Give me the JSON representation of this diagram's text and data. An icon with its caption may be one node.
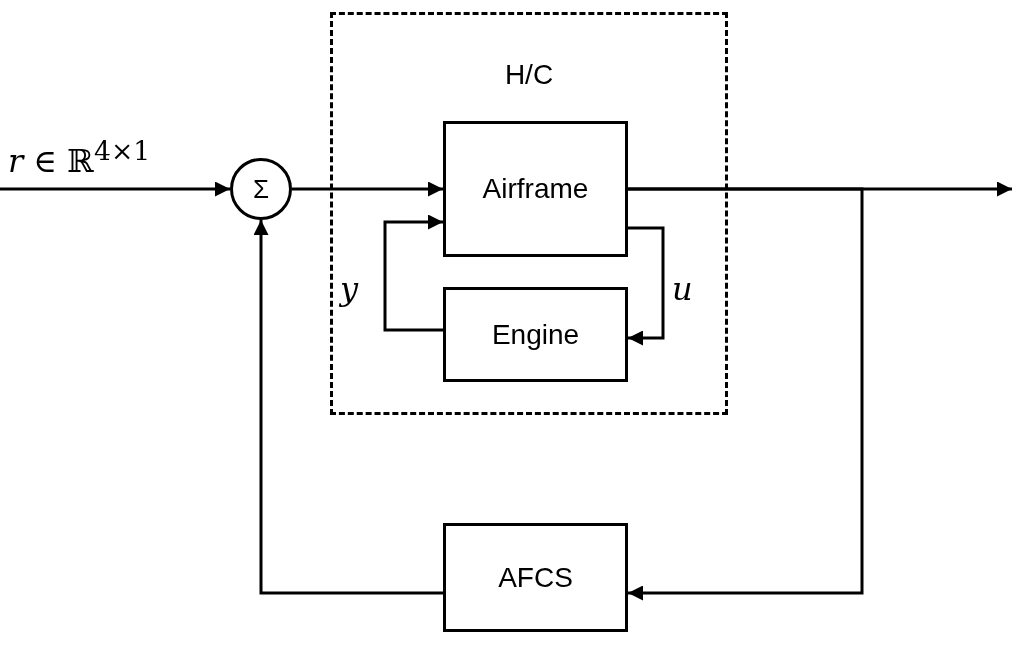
{
  "diagram": {
    "nodes": [
      {
        "text": [
          "H/C"
        ]
      },
      {
        "text": [
          "Airframe"
        ],
        "in": 0
      },
      {
        "text": [
          "Engine"
        ],
        "in": 0
      },
      {
        "text": [
          "Σ"
        ]
      },
      {
        "text": [
          "AFCS"
        ]
      }
    ],
    "edges": [
      {
        "from": null,
        "to": 3,
        "arrow": "to",
        "label": "*r* ∈ ℝ$^{4×1}$"
      },
      {
        "from": 3,
        "to": 1,
        "arrow": "to"
      },
      {
        "from": 1,
        "to": null,
        "arrow": "to"
      },
      {
        "from": 1,
        "to": 4,
        "arrow": "to"
      },
      {
        "from": 1,
        "to": 2,
        "arrow": "to",
        "label": "u"
      },
      {
        "from": 2,
        "to": 1,
        "arrow": "to",
        "label": "y"
      },
      {
        "from": 4,
        "to": 3,
        "arrow": "to"
      }
    ]
  }
}
